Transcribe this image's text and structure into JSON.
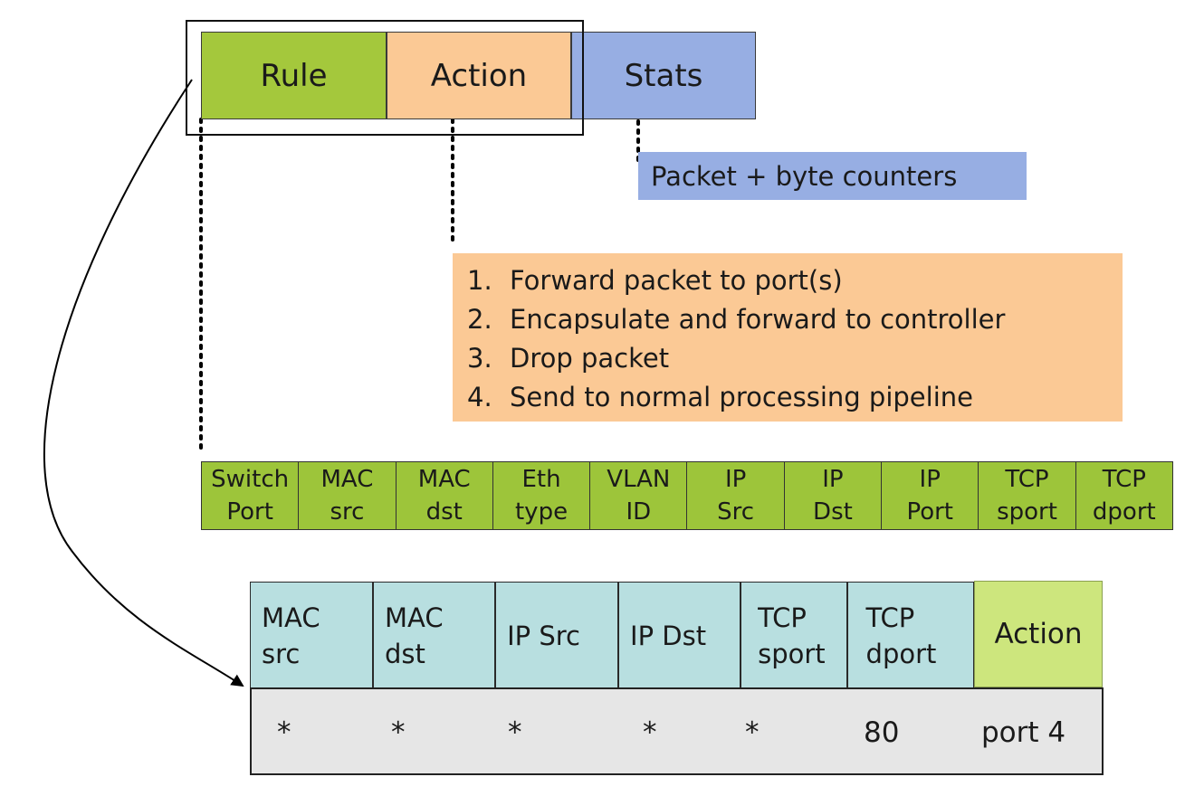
{
  "flow_entry": {
    "rule_label": "Rule",
    "action_label": "Action",
    "stats_label": "Stats"
  },
  "stats_note": "Packet + byte counters",
  "actions": [
    {
      "num": "1.",
      "text": "Forward packet to port(s)"
    },
    {
      "num": "2.",
      "text": "Encapsulate and forward to controller"
    },
    {
      "num": "3.",
      "text": "Drop packet"
    },
    {
      "num": "4.",
      "text": "Send to normal processing pipeline"
    }
  ],
  "header_fields": [
    {
      "line1": "Switch",
      "line2": "Port"
    },
    {
      "line1": "MAC",
      "line2": "src"
    },
    {
      "line1": "MAC",
      "line2": "dst"
    },
    {
      "line1": "Eth",
      "line2": "type"
    },
    {
      "line1": "VLAN",
      "line2": "ID"
    },
    {
      "line1": "IP",
      "line2": "Src"
    },
    {
      "line1": "IP",
      "line2": "Dst"
    },
    {
      "line1": "IP",
      "line2": "Port"
    },
    {
      "line1": "TCP",
      "line2": "sport"
    },
    {
      "line1": "TCP",
      "line2": "dport"
    }
  ],
  "example": {
    "columns": [
      {
        "line1": "MAC",
        "line2": "src"
      },
      {
        "line1": "MAC",
        "line2": "dst"
      },
      {
        "line1": "IP Src",
        "line2": ""
      },
      {
        "line1": "IP Dst",
        "line2": ""
      },
      {
        "line1": "TCP",
        "line2": "sport"
      },
      {
        "line1": "TCP",
        "line2": "dport"
      }
    ],
    "action_label": "Action",
    "values": [
      "*",
      "*",
      "*",
      "*",
      "*",
      "80",
      "port 4"
    ]
  },
  "colors": {
    "rule": "#a4c83c",
    "action": "#fbc995",
    "stats": "#97aee3",
    "example_header": "#b8dfe0",
    "example_action": "#cde67d",
    "example_values": "#e6e6e6"
  }
}
